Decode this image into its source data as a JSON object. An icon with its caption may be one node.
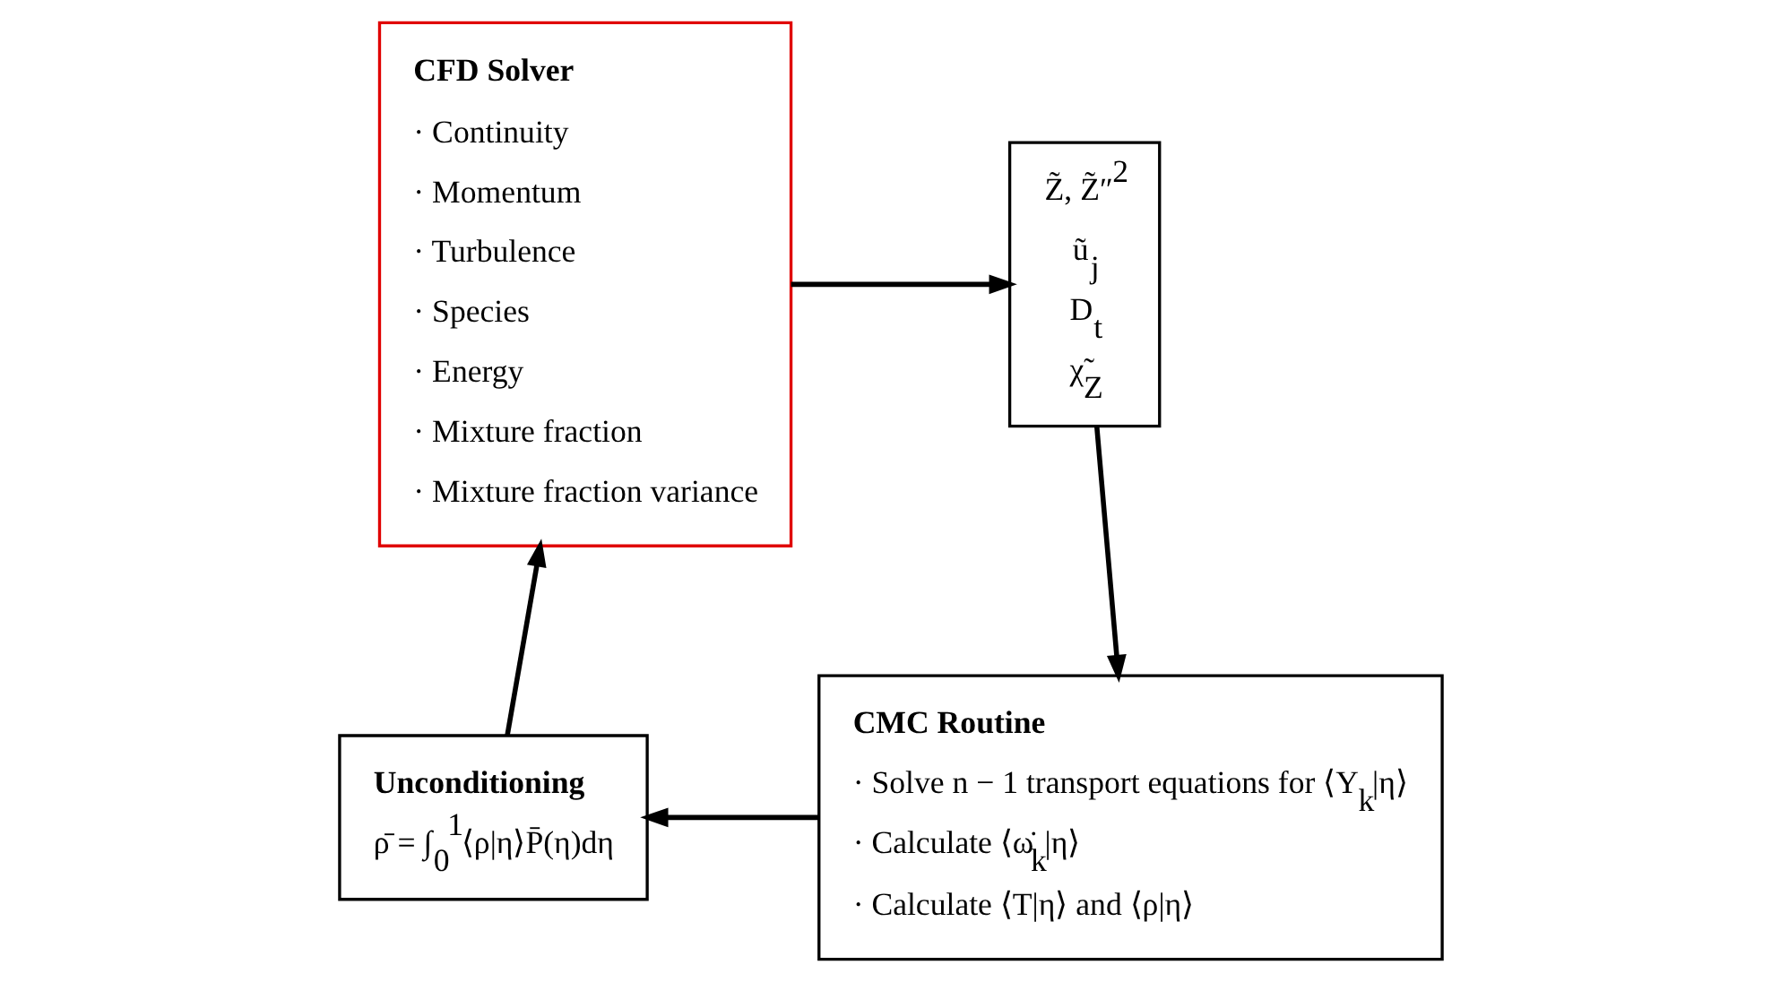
{
  "diagram": {
    "nodes": [
      {
        "text": [
          "CFD Solver",
          "· Continuity",
          "· Momentum",
          "· Turbulence",
          "· Species",
          "· Energy",
          "· Mixture fraction",
          "· Mixture fraction variance"
        ]
      },
      {
        "text": [
          "Z̃, Z̃″$^{2}$",
          "ũ$_{j}$",
          "D$_{t}$",
          "χ̃$_{Z}$"
        ]
      },
      {
        "text": [
          "CMC Routine",
          "· Solve n − 1 transport equations for ⟨Y$_{k}$|η⟩",
          "· Calculate ⟨ω̇$_{k}$|η⟩",
          "· Calculate ⟨T|η⟩ and ⟨ρ|η⟩"
        ]
      },
      {
        "text": [
          "Unconditioning",
          "ρ̄ = ∫$_{0}$$^{1}$⟨ρ|η⟩P̄(η)dη"
        ]
      }
    ],
    "edges": [
      {
        "from": 0,
        "to": 1,
        "arrow": "to"
      },
      {
        "from": 1,
        "to": 2,
        "arrow": "to"
      },
      {
        "from": 2,
        "to": 3,
        "arrow": "to"
      },
      {
        "from": 3,
        "to": 0,
        "arrow": "to"
      }
    ]
  }
}
